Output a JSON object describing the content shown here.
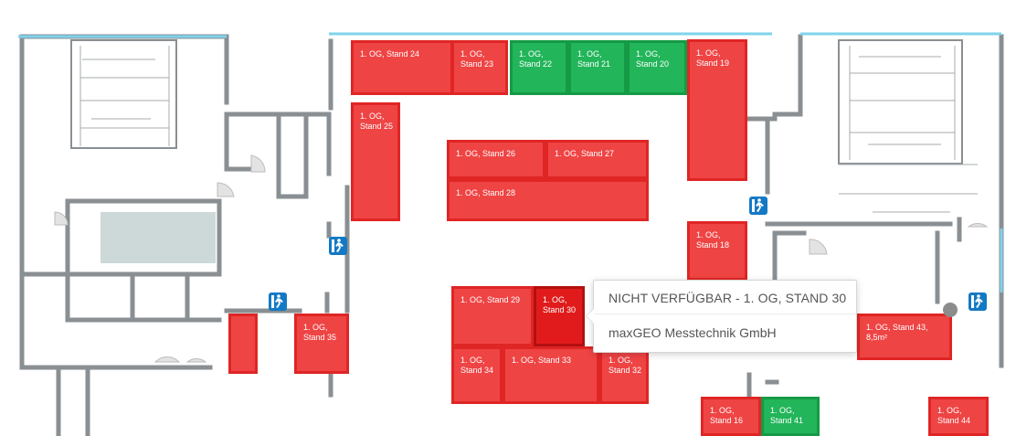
{
  "stands": [
    {
      "id": "24",
      "label": "1. OG, Stand 24",
      "status": "unavailable"
    },
    {
      "id": "23",
      "label": "1. OG,\nStand 23",
      "status": "unavailable"
    },
    {
      "id": "22",
      "label": "1. OG,\nStand 22",
      "status": "available"
    },
    {
      "id": "21",
      "label": "1. OG,\nStand 21",
      "status": "available"
    },
    {
      "id": "20",
      "label": "1. OG,\nStand 20",
      "status": "available"
    },
    {
      "id": "19",
      "label": "1. OG,\nStand 19",
      "status": "unavailable"
    },
    {
      "id": "25",
      "label": "1. OG,\nStand 25",
      "status": "unavailable"
    },
    {
      "id": "26",
      "label": "1. OG, Stand 26",
      "status": "unavailable"
    },
    {
      "id": "27",
      "label": "1. OG, Stand 27",
      "status": "unavailable"
    },
    {
      "id": "28",
      "label": "1. OG, Stand 28",
      "status": "unavailable"
    },
    {
      "id": "18",
      "label": "1. OG,\nStand 18",
      "status": "unavailable"
    },
    {
      "id": "29",
      "label": "1. OG, Stand 29",
      "status": "unavailable"
    },
    {
      "id": "30",
      "label": "1. OG,\nStand 30",
      "status": "selected"
    },
    {
      "id": "35",
      "label": "1. OG,\nStand 35",
      "status": "unavailable"
    },
    {
      "id": "34",
      "label": "1. OG,\nStand 34",
      "status": "unavailable"
    },
    {
      "id": "33",
      "label": "1. OG, Stand 33",
      "status": "unavailable"
    },
    {
      "id": "32",
      "label": "1. OG,\nStand 32",
      "status": "unavailable"
    },
    {
      "id": "43",
      "label": "1. OG, Stand 43, 8,5m²",
      "status": "unavailable"
    },
    {
      "id": "16",
      "label": "1. OG,\nStand 16",
      "status": "unavailable"
    },
    {
      "id": "41",
      "label": "1. OG,\nStand 41",
      "status": "available"
    },
    {
      "id": "44",
      "label": "1. OG,\nStand 44",
      "status": "unavailable"
    }
  ],
  "tooltip": {
    "title": "NICHT VERFÜGBAR - 1. OG, STAND 30",
    "company": "maxGEO Messtechnik GmbH"
  },
  "colors": {
    "unavailable": "#ef4444",
    "available": "#22b55a",
    "selected": "#e11b1b",
    "wall": "#8a8f93",
    "window": "#7fd3ec",
    "exit_sign": "#1479c4"
  },
  "icons": [
    "emergency-exit-icon"
  ]
}
